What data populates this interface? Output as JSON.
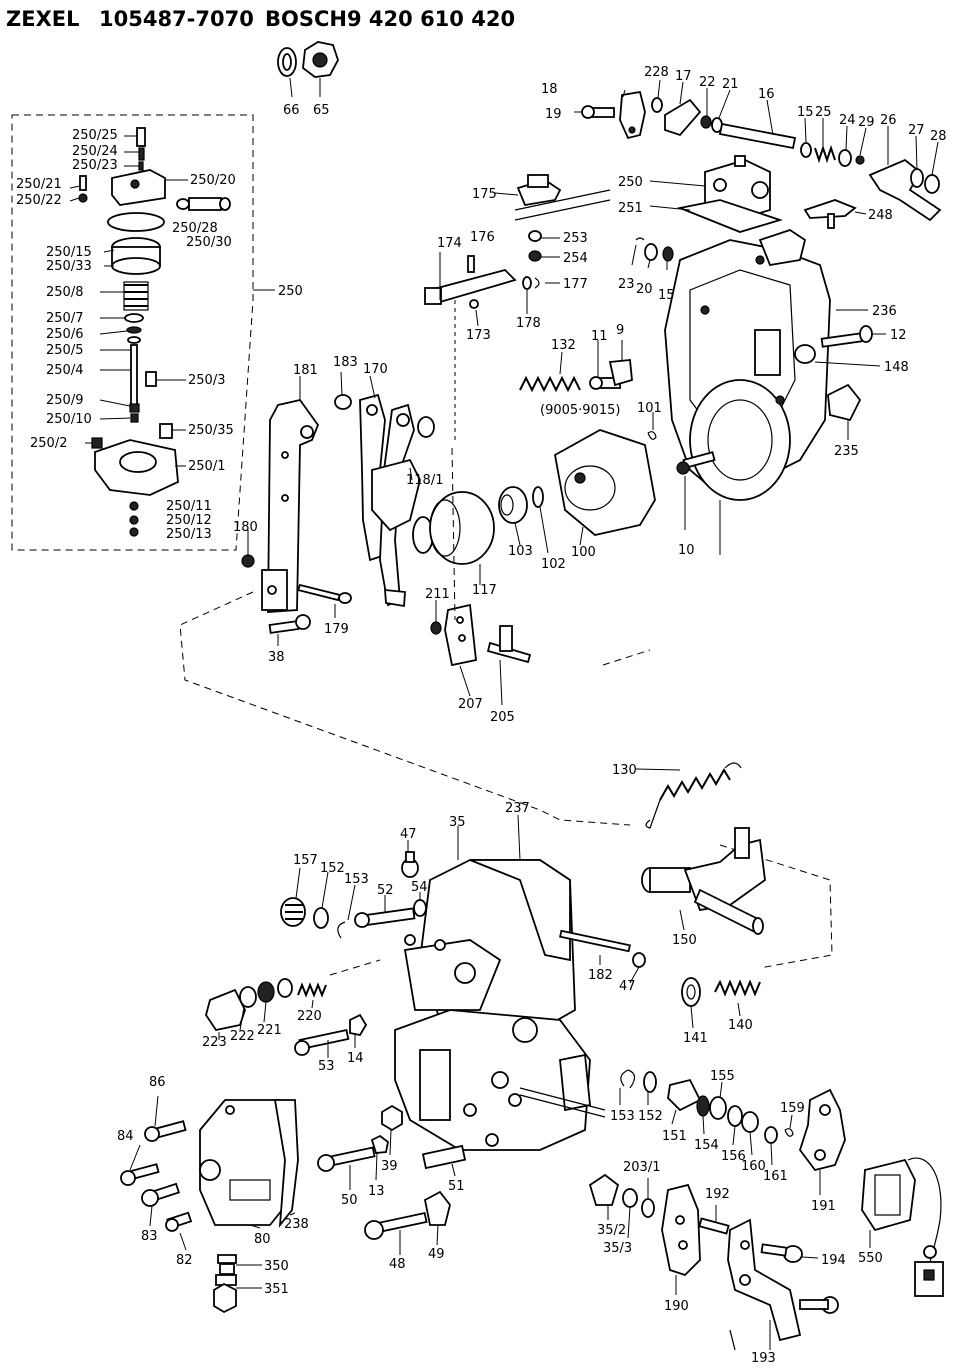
{
  "header": {
    "brand1": "ZEXEL",
    "part1": "105487-7070",
    "brand2": "BOSCH",
    "part2": "9 420 610 420"
  },
  "labels": {
    "l66": "66",
    "l65": "65",
    "l250_25": "250/25",
    "l250_24": "250/24",
    "l250_23": "250/23",
    "l250_21": "250/21",
    "l250_22": "250/22",
    "l250_20": "250/20",
    "l250_28": "250/28",
    "l250_30": "250/30",
    "l250_15": "250/15",
    "l250_33": "250/33",
    "l250_8": "250/8",
    "l250_7": "250/7",
    "l250_6": "250/6",
    "l250_5": "250/5",
    "l250_4": "250/4",
    "l250_3": "250/3",
    "l250_9": "250/9",
    "l250_10": "250/10",
    "l250_35": "250/35",
    "l250_2": "250/2",
    "l250_1": "250/1",
    "l250_11": "250/11",
    "l250_12": "250/12",
    "l250_13": "250/13",
    "l250_box": "250",
    "l18": "18",
    "l19": "19",
    "l228": "228",
    "l17": "17",
    "l22": "22",
    "l21": "21",
    "l16": "16",
    "l15a": "15",
    "l25": "25",
    "l24": "24",
    "l29": "29",
    "l26": "26",
    "l27": "27",
    "l28": "28",
    "l250_top": "250",
    "l251": "251",
    "l248": "248",
    "l175": "175",
    "l176": "176",
    "l174": "174",
    "l253": "253",
    "l254": "254",
    "l177": "177",
    "l178": "178",
    "l173": "173",
    "l23": "23",
    "l20": "20",
    "l15b": "15",
    "l236": "236",
    "l12": "12",
    "l148": "148",
    "l235": "235",
    "l132": "132",
    "l11": "11",
    "l9": "9",
    "l9005": "(9005·9015)",
    "l101": "101",
    "l181": "181",
    "l183": "183",
    "l170": "170",
    "l118_1": "118/1",
    "l180": "180",
    "l117": "117",
    "l103": "103",
    "l102": "102",
    "l100": "100",
    "l10": "10",
    "l179": "179",
    "l38": "38",
    "l211": "211",
    "l207": "207",
    "l205": "205",
    "l130": "130",
    "l35": "35",
    "l237": "237",
    "l47a": "47",
    "l157": "157",
    "l152a": "152",
    "l153a": "153",
    "l52": "52",
    "l54": "54",
    "l150": "150",
    "l182": "182",
    "l47b": "47",
    "l223": "223",
    "l222": "222",
    "l221": "221",
    "l220": "220",
    "l141": "141",
    "l140": "140",
    "l53": "53",
    "l14": "14",
    "l86": "86",
    "l84": "84",
    "l155": "155",
    "l159": "159",
    "l153b": "153",
    "l152b": "152",
    "l151": "151",
    "l154": "154",
    "l156": "156",
    "l160": "160",
    "l161": "161",
    "l191": "191",
    "l39": "39",
    "l13": "13",
    "l50": "50",
    "l51": "51",
    "l203_1": "203/1",
    "l35_2": "35/2",
    "l35_3": "35/3",
    "l192": "192",
    "l194": "194",
    "l550": "550",
    "l83": "83",
    "l80": "80",
    "l238": "238",
    "l82": "82",
    "l48": "48",
    "l49": "49",
    "l350": "350",
    "l351": "351",
    "l190": "190",
    "l193": "193"
  }
}
